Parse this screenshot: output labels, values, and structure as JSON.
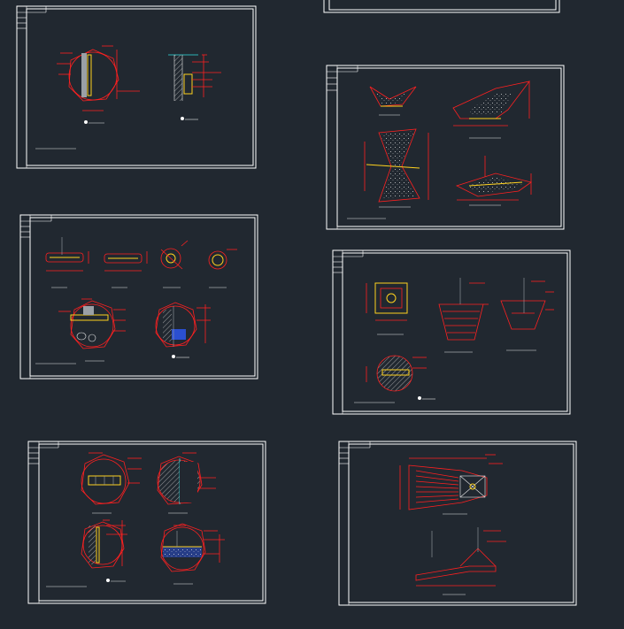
{
  "document": {
    "sheets": [
      {
        "id": "sheet-1"
      },
      {
        "id": "sheet-2"
      },
      {
        "id": "sheet-3"
      },
      {
        "id": "sheet-4"
      },
      {
        "id": "sheet-5"
      },
      {
        "id": "sheet-6"
      },
      {
        "id": "sheet-7"
      }
    ]
  },
  "colors": {
    "background": "#212830",
    "frame": "#ffffff",
    "dimension": "#ff2020",
    "object": "#ffd21e",
    "section": "#2fe0e0",
    "fill": "#2b4fd0"
  }
}
